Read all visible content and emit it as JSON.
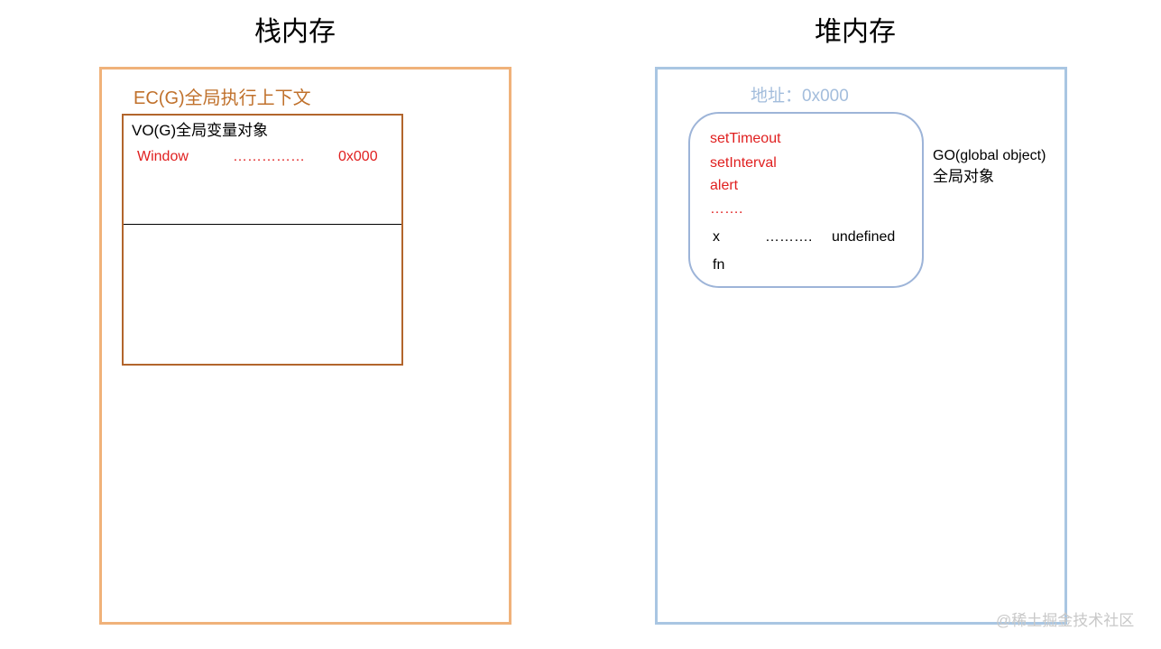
{
  "stack": {
    "title": "栈内存",
    "ec_label": "EC(G)全局执行上下文",
    "vo": {
      "label": "VO(G)全局变量对象",
      "entry": {
        "name": "Window",
        "dots": "……………",
        "value": "0x000"
      }
    }
  },
  "heap": {
    "title": "堆内存",
    "address_label": "地址：0x000",
    "go": {
      "builtin_items": [
        "setTimeout",
        "setInterval",
        "alert",
        "……."
      ],
      "var_x": {
        "name": "x",
        "dots": "……….",
        "value": "undefined"
      },
      "var_fn": {
        "name": "fn"
      },
      "description_line1": "GO(global object)",
      "description_line2": "全局对象"
    }
  },
  "watermark": "@稀土掘金技术社区",
  "colors": {
    "stack_border": "#f0b27a",
    "ec_label": "#c0712c",
    "vo_border": "#b2652c",
    "heap_border": "#a9c6e2",
    "go_border": "#9db4d8",
    "address_label": "#a3bddc",
    "highlight_red": "#e02020"
  }
}
